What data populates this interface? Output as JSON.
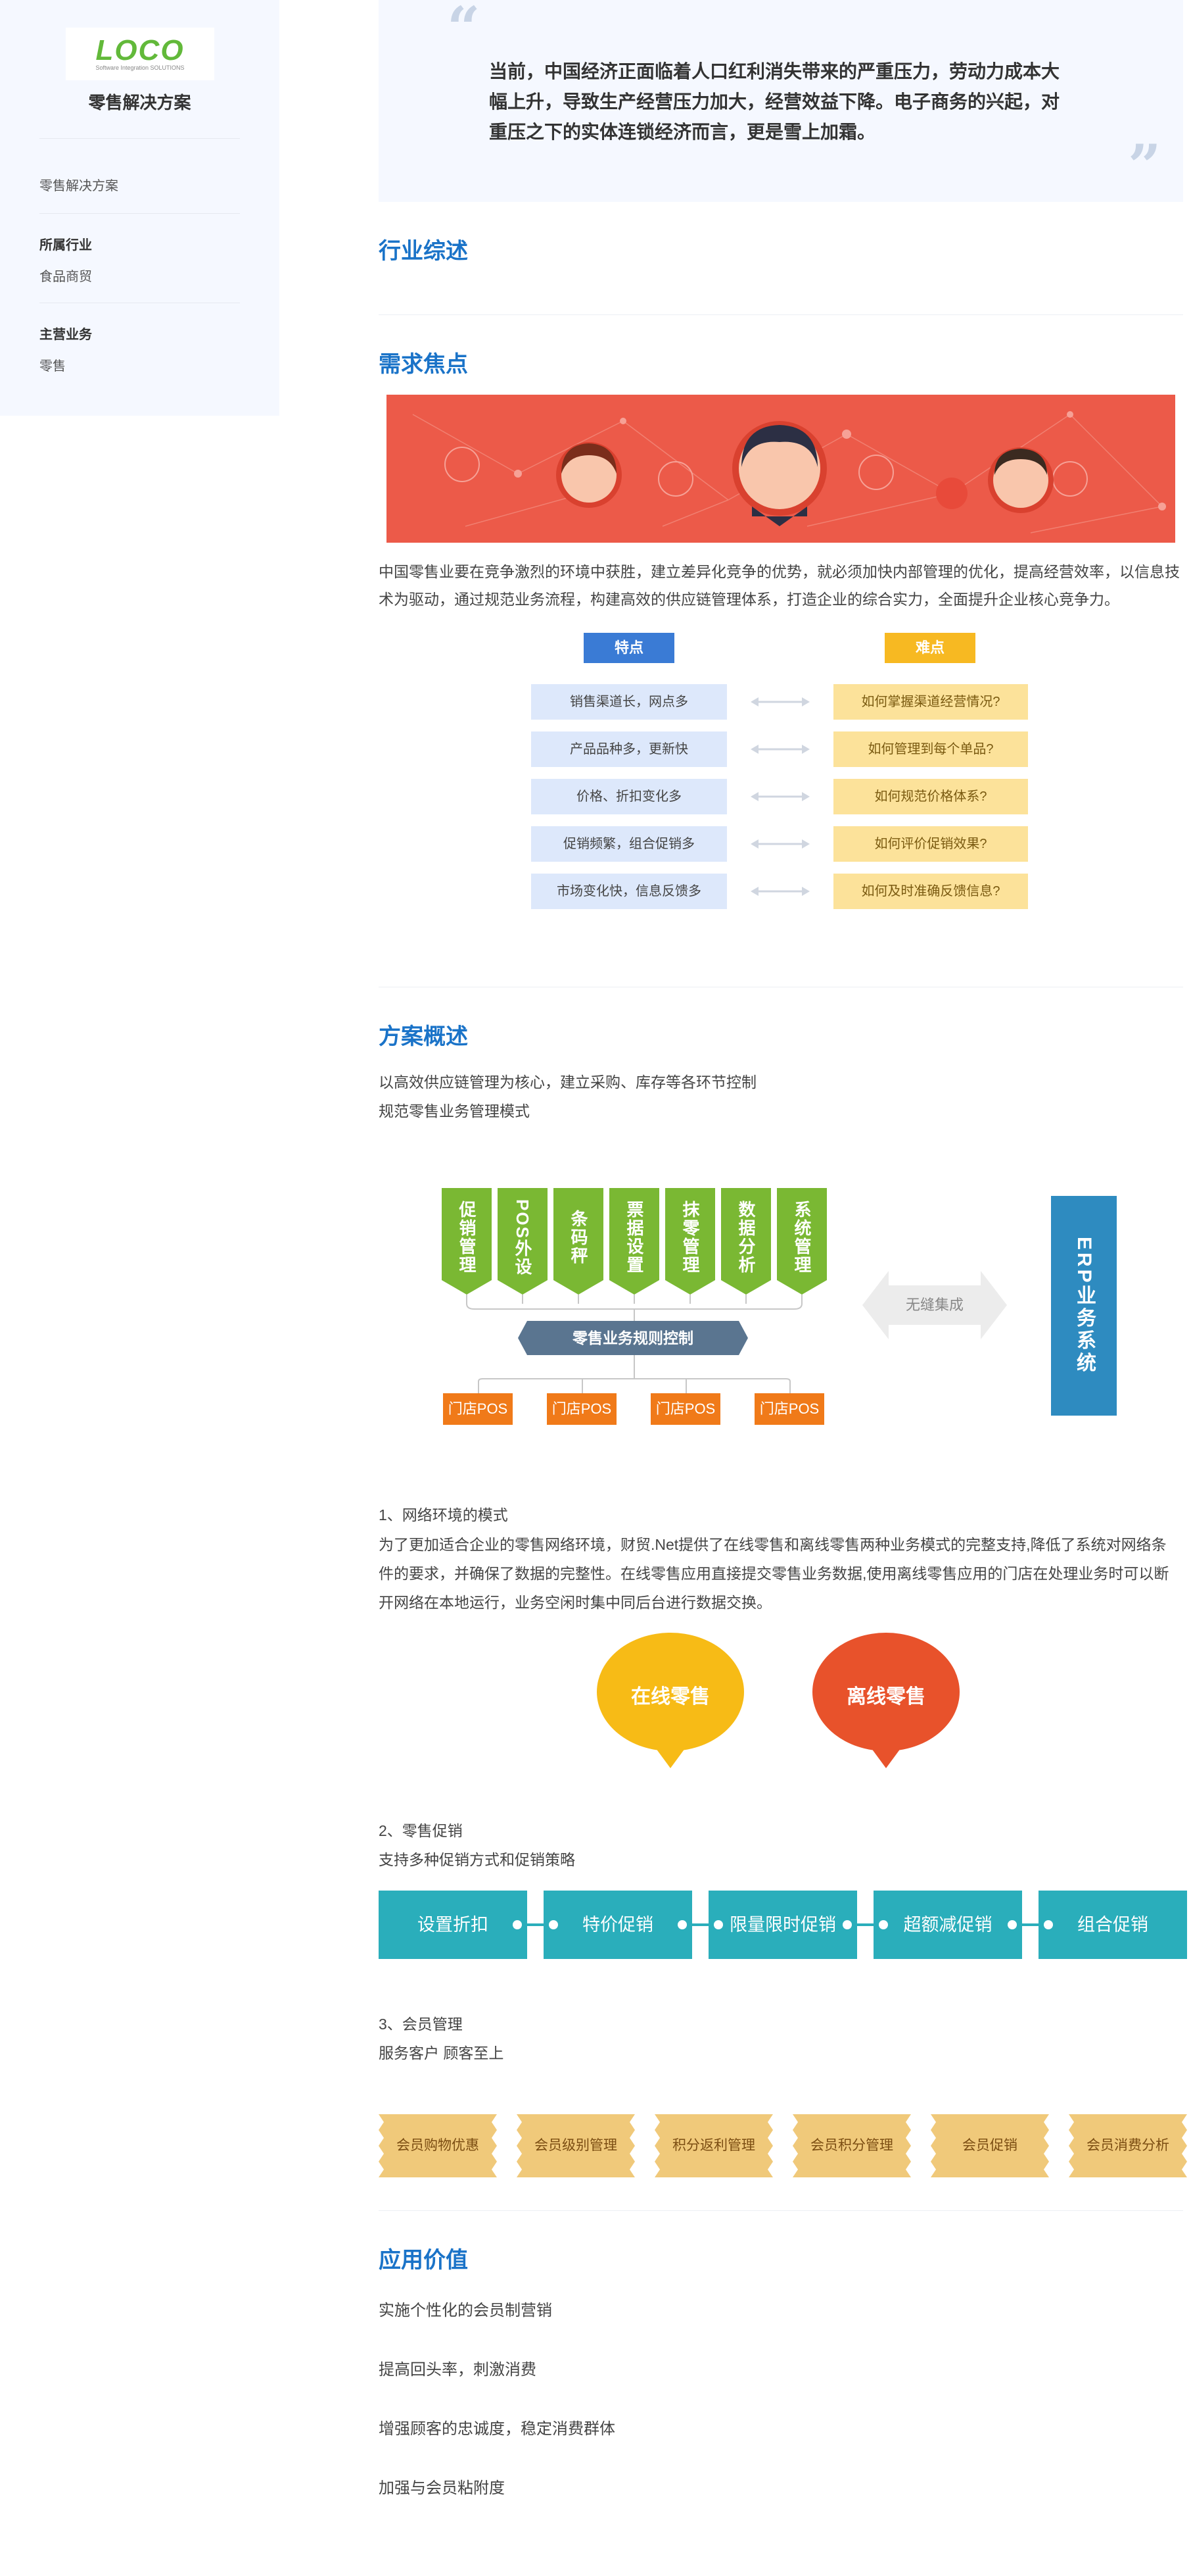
{
  "sidebar": {
    "logo_text": "LOCO",
    "logo_sub": "Software Integration SOLUTIONS",
    "title": "零售解决方案",
    "breadcrumb": "零售解决方案",
    "industry_label": "所属行业",
    "industry_value": "食品商贸",
    "business_label": "主营业务",
    "business_value": "零售"
  },
  "quote": {
    "text": "当前，中国经济正面临着人口红利消失带来的严重压力，劳动力成本大幅上升，导致生产经营压力加大，经营效益下降。电子商务的兴起，对重压之下的实体连锁经济而言，更是雪上加霜。"
  },
  "sections": {
    "overview": "行业综述",
    "focus": "需求焦点",
    "solution": "方案概述",
    "value": "应用价值"
  },
  "focus": {
    "paragraph": "中国零售业要在竞争激烈的环境中获胜，建立差异化竞争的优势，就必须加快内部管理的优化，提高经营效率，以信息技术为驱动，通过规范业务流程，构建高效的供应链管理体系，打造企业的综合实力，全面提升企业核心竞争力。",
    "features_tag": "特点",
    "difficulties_tag": "难点",
    "features": [
      "销售渠道长，网点多",
      "产品品种多，更新快",
      "价格、折扣变化多",
      "促销频繁，组合促销多",
      "市场变化快，信息反馈多"
    ],
    "difficulties": [
      "如何掌握渠道经营情况?",
      "如何管理到每个单品?",
      "如何规范价格体系?",
      "如何评价促销效果?",
      "如何及时准确反馈信息?"
    ]
  },
  "solution": {
    "line1": "以高效供应链管理为核心，建立采购、库存等各环节控制",
    "line2": "规范零售业务管理模式",
    "modules": [
      "促销管理",
      "POS外设",
      "条码秤",
      "票据设置",
      "抹零管理",
      "数据分析",
      "系统管理"
    ],
    "control": "零售业务规则控制",
    "stores": [
      "门店POS",
      "门店POS",
      "门店POS",
      "门店POS"
    ],
    "integration": "无缝集成",
    "erp": "ERP业务系统",
    "network_title": "1、网络环境的模式",
    "network_text": "为了更加适合企业的零售网络环境，财贸.Net提供了在线零售和离线零售两种业务模式的完整支持,降低了系统对网络条件的要求，并确保了数据的完整性。在线零售应用直接提交零售业务数据,使用离线零售应用的门店在处理业务时可以断开网络在本地运行，业务空闲时集中同后台进行数据交换。",
    "online": "在线零售",
    "offline": "离线零售",
    "promo_title": "2、零售促销",
    "promo_sub": "支持多种促销方式和促销策略",
    "promos": [
      "设置折扣",
      "特价促销",
      "限量限时促销",
      "超额减促销",
      "组合促销"
    ],
    "member_title": "3、会员管理",
    "member_sub": "服务客户 顾客至上",
    "members": [
      "会员购物优惠",
      "会员级别管理",
      "积分返利管理",
      "会员积分管理",
      "会员促销",
      "会员消费分析"
    ]
  },
  "values": [
    "实施个性化的会员制营销",
    "提高回头率，刺激消费",
    "增强顾客的忠诚度，稳定消费群体",
    "加强与会员粘附度"
  ],
  "colors": {
    "accent": "#1a73c8",
    "banner": "#ec5a49",
    "green": "#7ab833",
    "orange": "#f07a19",
    "erp": "#2e8bc0",
    "teal": "#2aaebb"
  }
}
